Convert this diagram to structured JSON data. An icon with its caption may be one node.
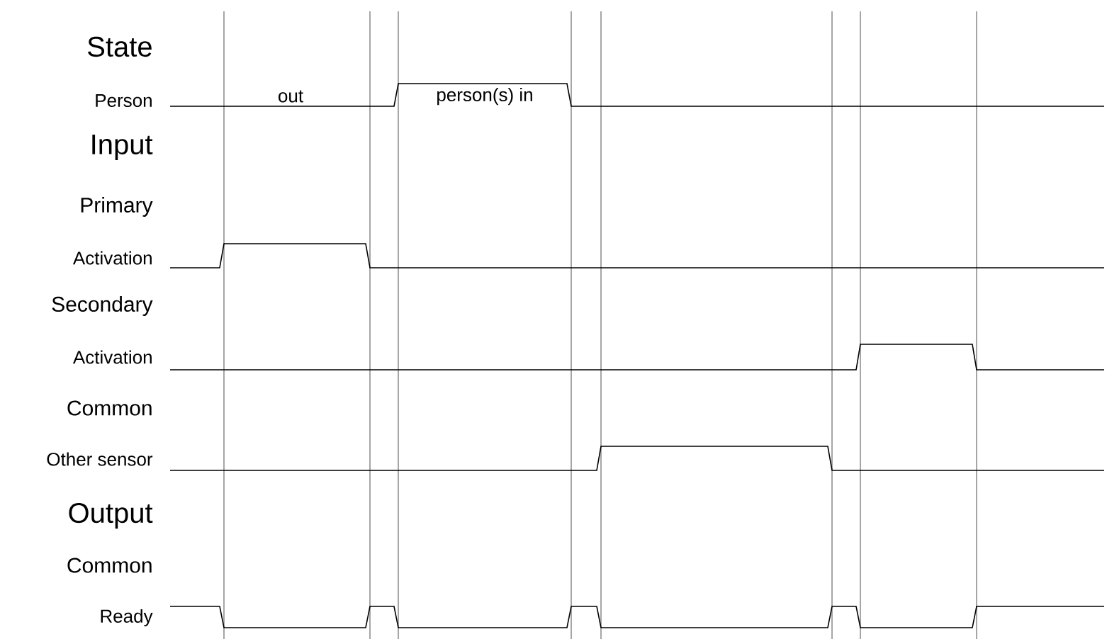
{
  "diagram": {
    "labels": [
      "State",
      "Person",
      "out",
      "person(s) in",
      "Input",
      "Primary",
      "Activation",
      "Secondary",
      "Activation",
      "Common",
      "Other sensor",
      "Output",
      "Common",
      "Ready"
    ]
  }
}
